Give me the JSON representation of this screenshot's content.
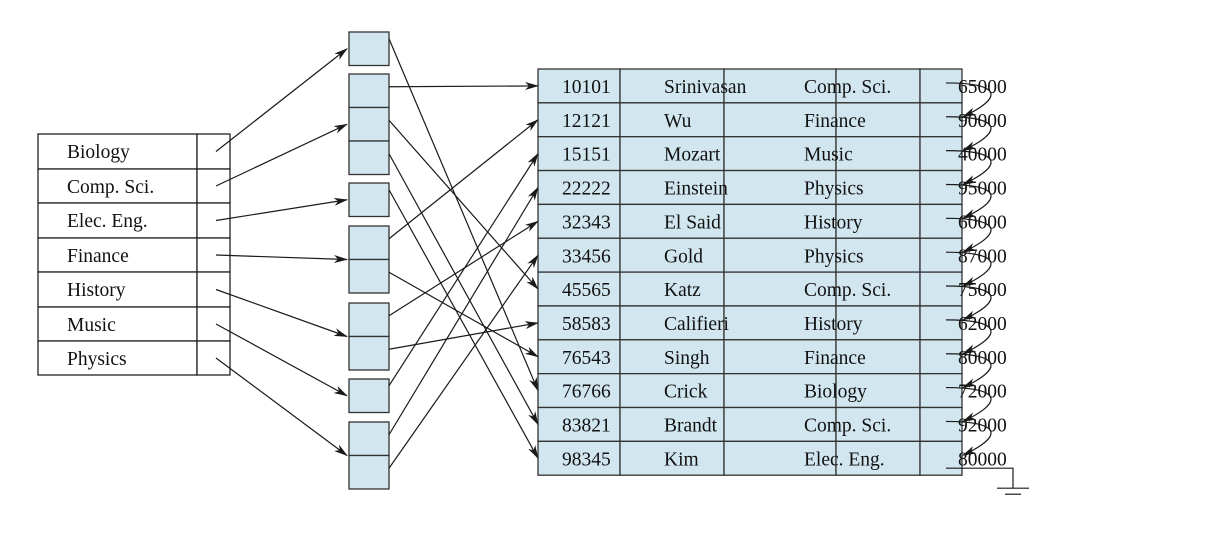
{
  "index": {
    "keys": [
      "Biology",
      "Comp. Sci.",
      "Elec. Eng.",
      "Finance",
      "History",
      "Music",
      "Physics"
    ],
    "buckets": [
      [
        "76766"
      ],
      [
        "10101",
        "45565",
        "83821"
      ],
      [
        "98345"
      ],
      [
        "12121",
        "76543"
      ],
      [
        "32343",
        "58583"
      ],
      [
        "15151"
      ],
      [
        "22222",
        "33456"
      ]
    ]
  },
  "records": [
    [
      "10101",
      "Srinivasan",
      "Comp. Sci.",
      "65000"
    ],
    [
      "12121",
      "Wu",
      "Finance",
      "90000"
    ],
    [
      "15151",
      "Mozart",
      "Music",
      "40000"
    ],
    [
      "22222",
      "Einstein",
      "Physics",
      "95000"
    ],
    [
      "32343",
      "El Said",
      "History",
      "60000"
    ],
    [
      "33456",
      "Gold",
      "Physics",
      "87000"
    ],
    [
      "45565",
      "Katz",
      "Comp. Sci.",
      "75000"
    ],
    [
      "58583",
      "Califieri",
      "History",
      "62000"
    ],
    [
      "76543",
      "Singh",
      "Finance",
      "80000"
    ],
    [
      "76766",
      "Crick",
      "Biology",
      "72000"
    ],
    [
      "83821",
      "Brandt",
      "Comp. Sci.",
      "92000"
    ],
    [
      "98345",
      "Kim",
      "Elec. Eng.",
      "80000"
    ]
  ],
  "colors": {
    "cell_fill": "#d1e6ef",
    "line": "#1a1a1a"
  }
}
